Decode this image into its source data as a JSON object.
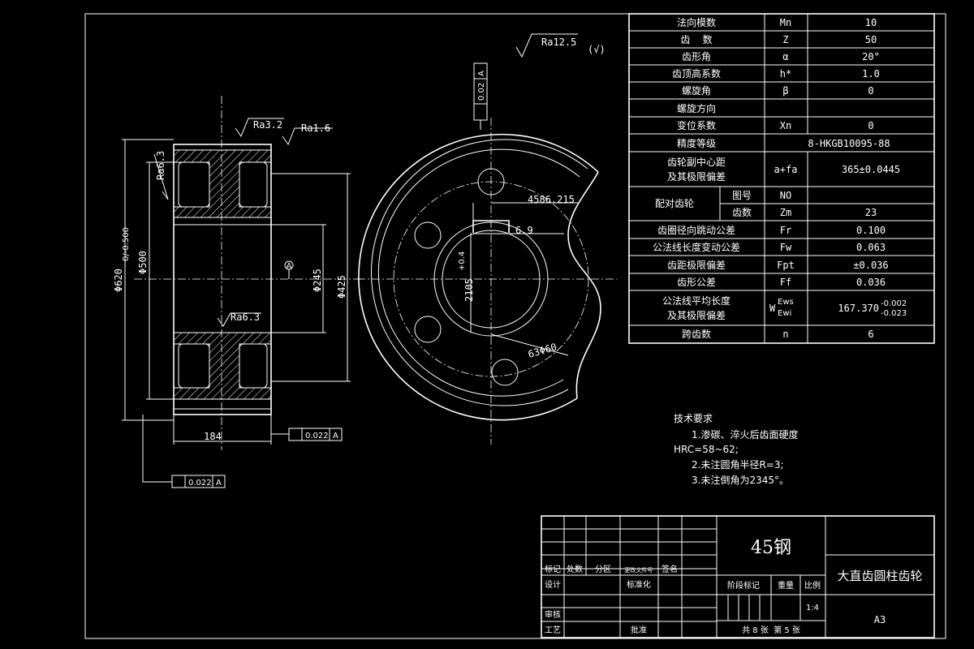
{
  "params": [
    {
      "name": "法向模数",
      "sym": "Mn",
      "val": "10"
    },
    {
      "name": "齿    数",
      "sym": "Z",
      "val": "50"
    },
    {
      "name": "齿形角",
      "sym": "α",
      "val": "20°"
    },
    {
      "name": "齿顶高系数",
      "sym": "h*",
      "val": "1.0"
    },
    {
      "name": "螺旋角",
      "sym": "β",
      "val": "0"
    },
    {
      "name": "螺旋方向",
      "sym": "",
      "val": ""
    },
    {
      "name": "变位系数",
      "sym": "Xn",
      "val": "0"
    },
    {
      "name": "精度等级",
      "sym": "",
      "val": "8-HKGB10095-88"
    },
    {
      "name": "齿轮副中心距\n及其极限偏差",
      "sym": "a+fa",
      "val": "365±0.0445"
    },
    {
      "name": "配对齿轮|图号",
      "sym": "NO",
      "val": ""
    },
    {
      "name": "配对齿轮|齿数",
      "sym": "Zm",
      "val": "23"
    },
    {
      "name": "齿圈径向跳动公差",
      "sym": "Fr",
      "val": "0.100"
    },
    {
      "name": "公法线长度变动公差",
      "sym": "Fw",
      "val": "0.063"
    },
    {
      "name": "齿距极限偏差",
      "sym": "Fpt",
      "val": "±0.036"
    },
    {
      "name": "齿形公差",
      "sym": "Ff",
      "val": "0.036"
    },
    {
      "name": "公法线平均长度\n及其极限偏差",
      "sym": "W Ews/Ewi",
      "val": "167.370 -0.002/-0.023"
    },
    {
      "name": "跨齿数",
      "sym": "n",
      "val": "6"
    }
  ],
  "table_labels": {
    "p0_name": "法向模数",
    "p0_sym": "Mn",
    "p0_val": "10",
    "p1_name": "齿    数",
    "p1_sym": "Z",
    "p1_val": "50",
    "p2_name": "齿形角",
    "p2_sym": "α",
    "p2_val": "20°",
    "p3_name": "齿顶高系数",
    "p3_sym": "h*",
    "p3_val": "1.0",
    "p4_name": "螺旋角",
    "p4_sym": "β",
    "p4_val": "0",
    "p5_name": "螺旋方向",
    "p6_name": "变位系数",
    "p6_sym": "Xn",
    "p6_val": "0",
    "p7_name": "精度等级",
    "p7_val": "8-HKGB10095-88",
    "p8_name1": "齿轮副中心距",
    "p8_name2": "及其极限偏差",
    "p8_sym": "a+fa",
    "p8_val": "365±0.0445",
    "p9_group": "配对齿轮",
    "p9_name": "图号",
    "p9_sym": "NO",
    "p10_name": "齿数",
    "p10_sym": "Zm",
    "p10_val": "23",
    "p11_name": "齿圈径向跳动公差",
    "p11_sym": "Fr",
    "p11_val": "0.100",
    "p12_name": "公法线长度变动公差",
    "p12_sym": "Fw",
    "p12_val": "0.063",
    "p13_name": "齿距极限偏差",
    "p13_sym": "Fpt",
    "p13_val": "±0.036",
    "p14_name": "齿形公差",
    "p14_sym": "Ff",
    "p14_val": "0.036",
    "p15_name1": "公法线平均长度",
    "p15_name2": "及其极限偏差",
    "p15_sym_w": "W",
    "p15_sym_ews": "Ews",
    "p15_sym_ewi": "Ewi",
    "p15_val": "167.370",
    "p15_up": "-0.002",
    "p15_lo": "-0.023",
    "p16_name": "跨齿数",
    "p16_sym": "n",
    "p16_val": "6"
  },
  "annotations": {
    "ra_top": "Ra12.5",
    "ra_top_check": "(√)",
    "ra32": "Ra3.2",
    "ra16": "Ra1.6",
    "ra63_left": "Ra6.3",
    "ra63_inner": "Ra6.3",
    "dim_184": "184",
    "dim_d620": "Φ620",
    "dim_d620_tol": "0/-0.500",
    "dim_d500": "Φ500",
    "dim_d245": "Φ245",
    "dim_d425": "Φ425",
    "datum_a": "A",
    "tol1_val": "0.022",
    "tol1_ref": "A",
    "tol2_val": "0.022",
    "tol2_ref": "A",
    "tol3_val": "0.02",
    "tol3_ref": "A",
    "dim_4586": "4586.215",
    "dim_69": "6.9",
    "dim_2105": "2105",
    "dim_2105_tol": "+0.4",
    "dim_63660": "63Φ60"
  },
  "tech": {
    "title": "技术要求",
    "line1": "1.渗碳、淬火后齿面硬度",
    "line1b": "HRC=58~62;",
    "line2": "2.未注圆角半径R=3;",
    "line3": "3.未注倒角为2345°。"
  },
  "titleblock": {
    "material": "45钢",
    "part_name": "大直齿圆柱齿轮",
    "hdr_mark": "标记",
    "hdr_count": "处数",
    "hdr_zone": "分区",
    "hdr_doc": "更改文件号",
    "hdr_sign": "签名",
    "design": "设计",
    "standard": "标准化",
    "review": "审核",
    "process": "工艺",
    "approve": "批准",
    "stage": "阶段标记",
    "weight": "重量",
    "scale": "比例",
    "scale_val": "1:4",
    "sheets": "共 8 张  第 5 张",
    "format": "A3"
  }
}
